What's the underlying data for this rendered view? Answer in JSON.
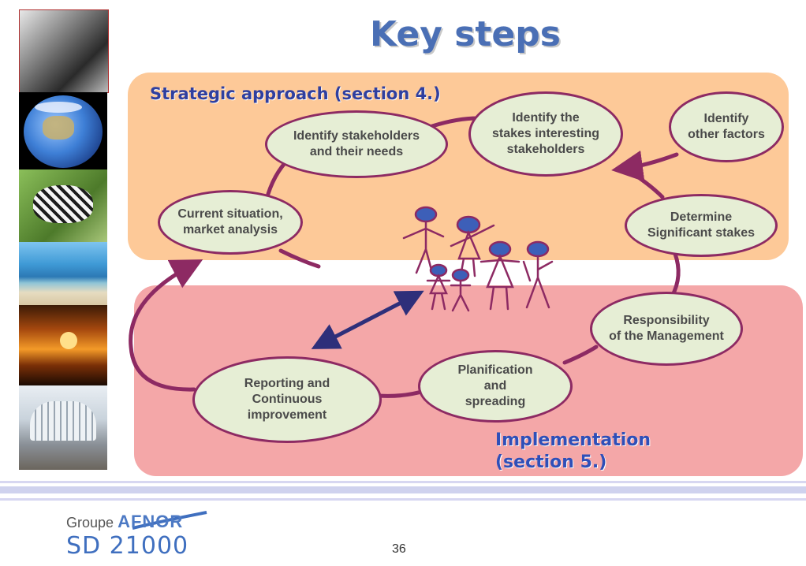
{
  "title": "Key steps",
  "sections": {
    "strategic": "Strategic approach (section 4.)",
    "implementation_line1": "Implementation",
    "implementation_line2": "(section 5.)"
  },
  "nodes": {
    "current_situation": [
      "Current situation,",
      "market analysis"
    ],
    "identify_stakeholders": [
      "Identify stakeholders",
      "and their needs"
    ],
    "identify_stakes": [
      "Identify the",
      "stakes interesting",
      "stakeholders"
    ],
    "identify_other": [
      "Identify",
      "other factors"
    ],
    "determine": [
      "Determine",
      "Significant stakes"
    ],
    "responsibility": [
      "Responsibility",
      "of the Management"
    ],
    "planification": [
      "Planification",
      "and",
      "spreading"
    ],
    "reporting": [
      "Reporting and",
      "Continuous",
      "improvement"
    ]
  },
  "footer": {
    "page_number": "36",
    "logo_groupe": "Groupe",
    "logo_afnor": "AFNOR",
    "logo_sd": "SD 21000"
  },
  "colors": {
    "title": "#4a6fb5",
    "strategic_panel": "#fdc998",
    "implementation_panel": "#f4a7a8",
    "node_fill": "#e6eed5",
    "connector": "#8d2a63",
    "double_arrow": "#2e2f7a",
    "figure_head": "#3d5fb8",
    "figure_body": "#8d2a63"
  }
}
